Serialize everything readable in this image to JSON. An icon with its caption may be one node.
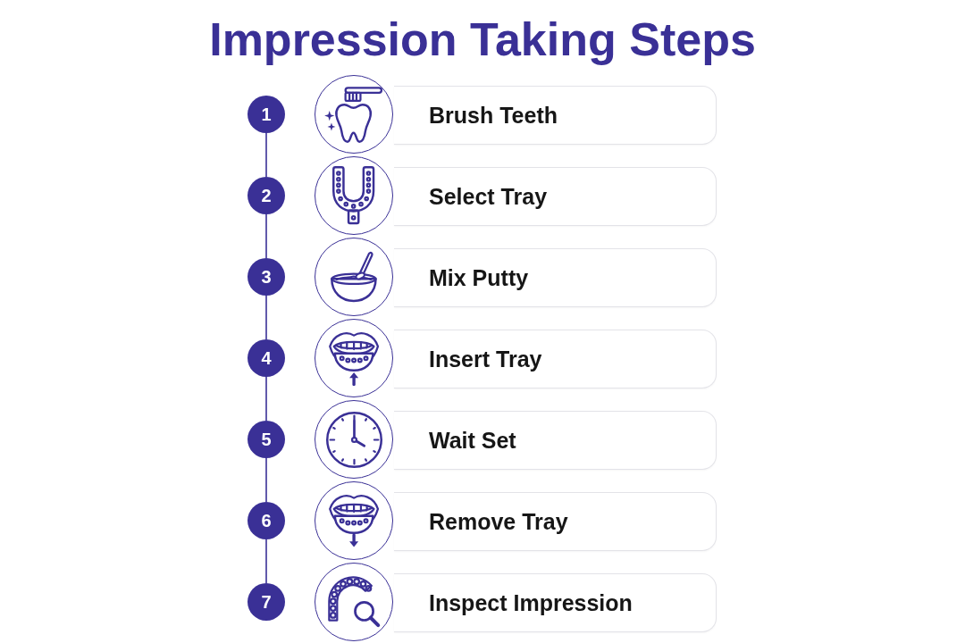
{
  "diagram": {
    "title": "Impression Taking Steps",
    "nodes": [
      {
        "text": [
          "1"
        ]
      },
      {
        "text": [],
        "shape": "picture"
      },
      {
        "text": [
          "Brush Teeth"
        ]
      },
      {
        "text": [
          "2"
        ]
      },
      {
        "text": [],
        "shape": "picture"
      },
      {
        "text": [
          "Select Tray"
        ]
      },
      {
        "text": [
          "3"
        ]
      },
      {
        "text": [],
        "shape": "picture"
      },
      {
        "text": [
          "Mix Putty"
        ]
      },
      {
        "text": [
          "4"
        ]
      },
      {
        "text": [],
        "shape": "picture"
      },
      {
        "text": [
          "Insert Tray"
        ]
      },
      {
        "text": [
          "5"
        ]
      },
      {
        "text": [],
        "shape": "picture"
      },
      {
        "text": [
          "Wait Set"
        ]
      },
      {
        "text": [
          "6"
        ]
      },
      {
        "text": [],
        "shape": "picture"
      },
      {
        "text": [
          "Remove Tray"
        ]
      },
      {
        "text": [
          "7"
        ]
      },
      {
        "text": [],
        "shape": "picture"
      },
      {
        "text": [
          "Inspect Impression"
        ]
      }
    ],
    "edges": [
      {
        "from": 0,
        "to": 3,
        "arrow": "none"
      },
      {
        "from": 3,
        "to": 6,
        "arrow": "none"
      },
      {
        "from": 6,
        "to": 9,
        "arrow": "none"
      },
      {
        "from": 9,
        "to": 12,
        "arrow": "none"
      },
      {
        "from": 12,
        "to": 15,
        "arrow": "none"
      },
      {
        "from": 15,
        "to": 18,
        "arrow": "none"
      }
    ]
  }
}
